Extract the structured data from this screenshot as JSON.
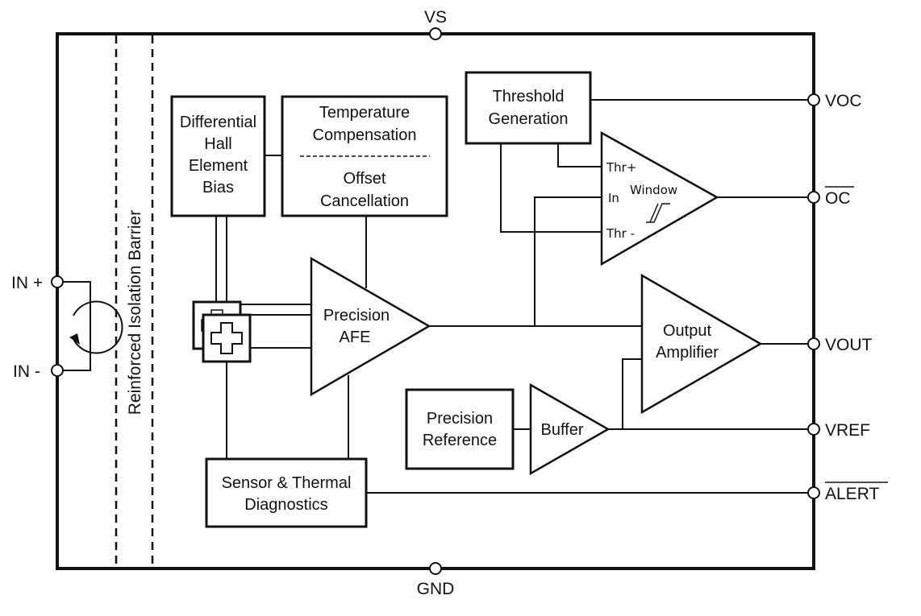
{
  "pins": {
    "vs": "VS",
    "gnd": "GND",
    "voc": "VOC",
    "oc": "OC",
    "vout": "VOUT",
    "vref": "VREF",
    "alert": "ALERT",
    "in_plus": "IN +",
    "in_minus": "IN -"
  },
  "barrier": {
    "label": "Reinforced Isolation Barrier"
  },
  "blocks": {
    "hall_bias": [
      "Differential",
      "Hall",
      "Element",
      "Bias"
    ],
    "temp_comp": [
      "Temperature",
      "Compensation"
    ],
    "offset_cancel": [
      "Offset",
      "Cancellation"
    ],
    "threshold_gen": [
      "Threshold",
      "Generation"
    ],
    "precision_afe": [
      "Precision",
      "AFE"
    ],
    "output_amp": [
      "Output",
      "Amplifier"
    ],
    "precision_ref": [
      "Precision",
      "Reference"
    ],
    "buffer": "Buffer",
    "diagnostics": [
      "Sensor & Thermal",
      "Diagnostics"
    ]
  },
  "comparator": {
    "thr_plus": "Thr+",
    "in": "In",
    "thr_minus": "Thr -",
    "window": "Window"
  }
}
